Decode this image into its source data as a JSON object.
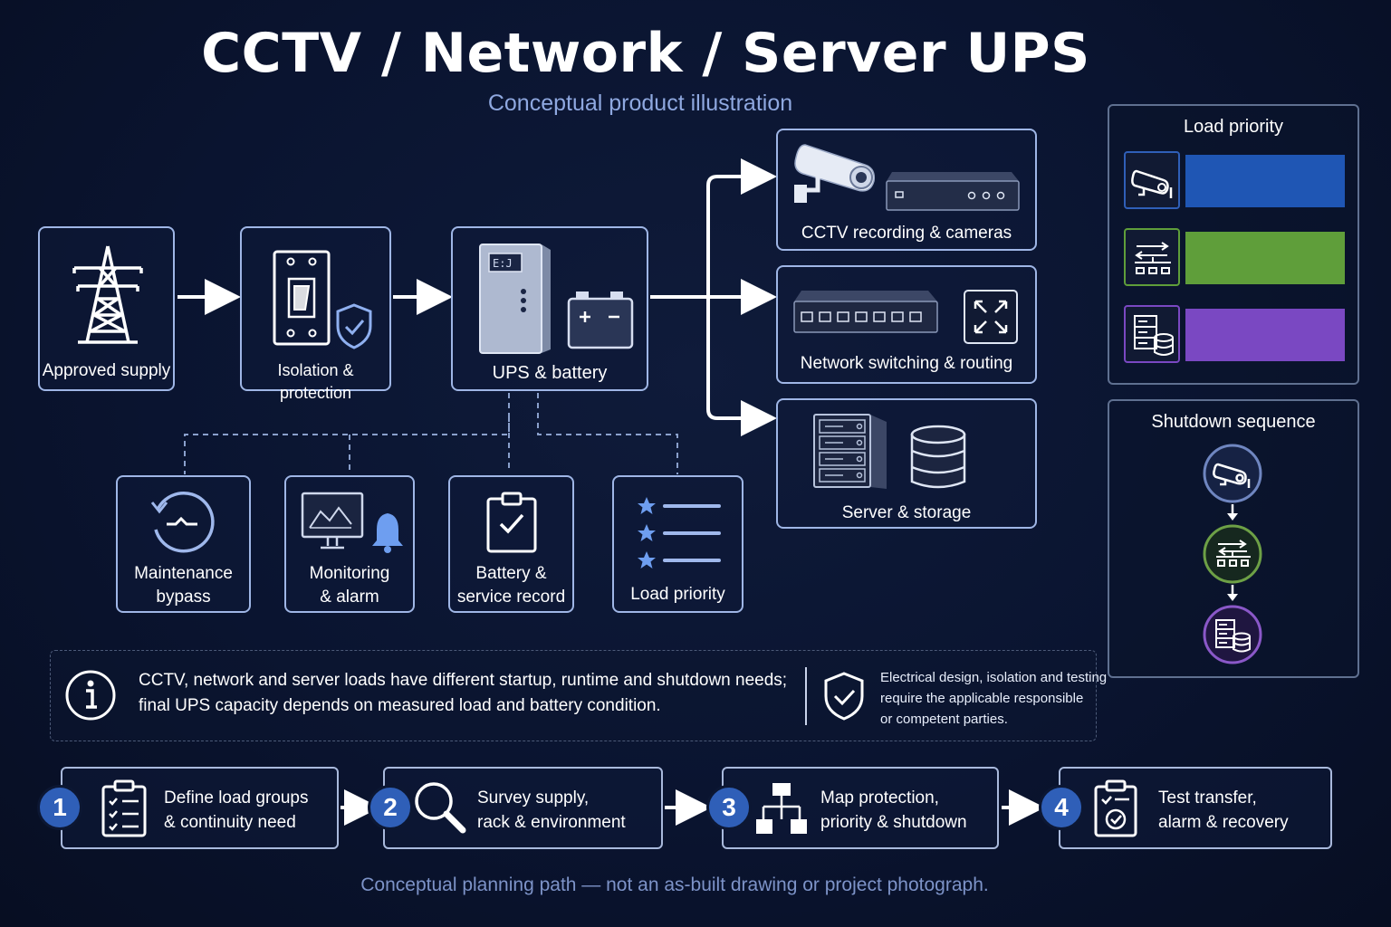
{
  "header": {
    "title": "CCTV / Network / Server UPS",
    "subtitle": "Conceptual product illustration"
  },
  "flow": {
    "approved_supply": "Approved supply",
    "isolation": "Isolation & protection",
    "ups_battery": "UPS & battery"
  },
  "outputs": {
    "cctv": "CCTV recording & cameras",
    "network": "Network switching & routing",
    "server": "Server & storage"
  },
  "features": {
    "maintenance_1": "Maintenance",
    "maintenance_2": "bypass",
    "monitoring_1": "Monitoring",
    "monitoring_2": "& alarm",
    "battery_1": "Battery &",
    "battery_2": "service record",
    "load_priority": "Load priority"
  },
  "load_priority_panel": {
    "title": "Load priority",
    "bars": [
      {
        "icon": "camera-icon",
        "color": "#1f56b4"
      },
      {
        "icon": "network-switch-icon",
        "color": "#5f9e3a"
      },
      {
        "icon": "server-icon",
        "color": "#7a48c2"
      }
    ]
  },
  "shutdown_panel": {
    "title": "Shutdown sequence",
    "steps": [
      {
        "icon": "camera-icon",
        "color": "#6f86c0"
      },
      {
        "icon": "network-switch-icon",
        "color": "#6da046"
      },
      {
        "icon": "server-icon",
        "color": "#8a58c8"
      }
    ]
  },
  "notes": {
    "info_1": "CCTV, network and server loads have different startup, runtime and shutdown needs;",
    "info_2": "final UPS capacity depends on measured load and battery condition.",
    "safety_1": "Electrical design, isolation and testing",
    "safety_2": "require the applicable responsible",
    "safety_3": "or competent parties."
  },
  "steps": [
    {
      "number": "1",
      "line1": "Define load groups",
      "line2": "& continuity need"
    },
    {
      "number": "2",
      "line1": "Survey supply,",
      "line2": "rack & environment"
    },
    {
      "number": "3",
      "line1": "Map protection,",
      "line2": "priority & shutdown"
    },
    {
      "number": "4",
      "line1": "Test transfer,",
      "line2": "alarm & recovery"
    }
  ],
  "footer": "Conceptual planning path — not an as-built drawing or project photograph.",
  "colors": {
    "background": "#0a1430",
    "box_border": "#9fb6e6",
    "badge": "#2f5fb8",
    "priority_high": "#1f56b4",
    "priority_mid": "#5f9e3a",
    "priority_low": "#7a48c2"
  }
}
